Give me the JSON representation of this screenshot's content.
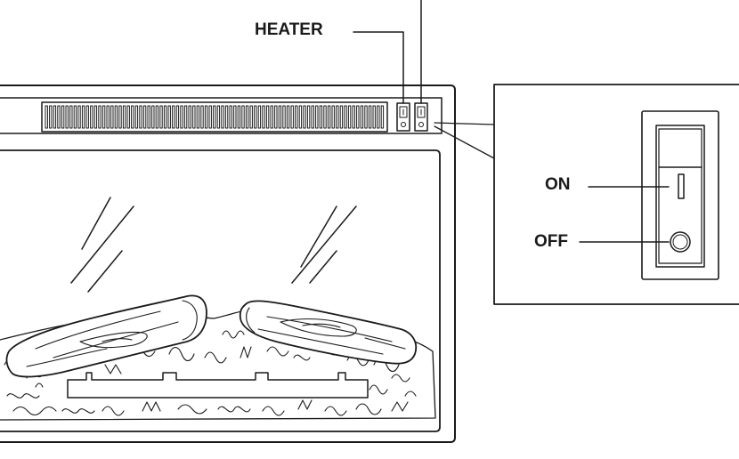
{
  "labels": {
    "heater": "HEATER",
    "on": "ON",
    "off": "OFF"
  },
  "colors": {
    "stroke": "#1a1a1a",
    "background": "#ffffff"
  }
}
